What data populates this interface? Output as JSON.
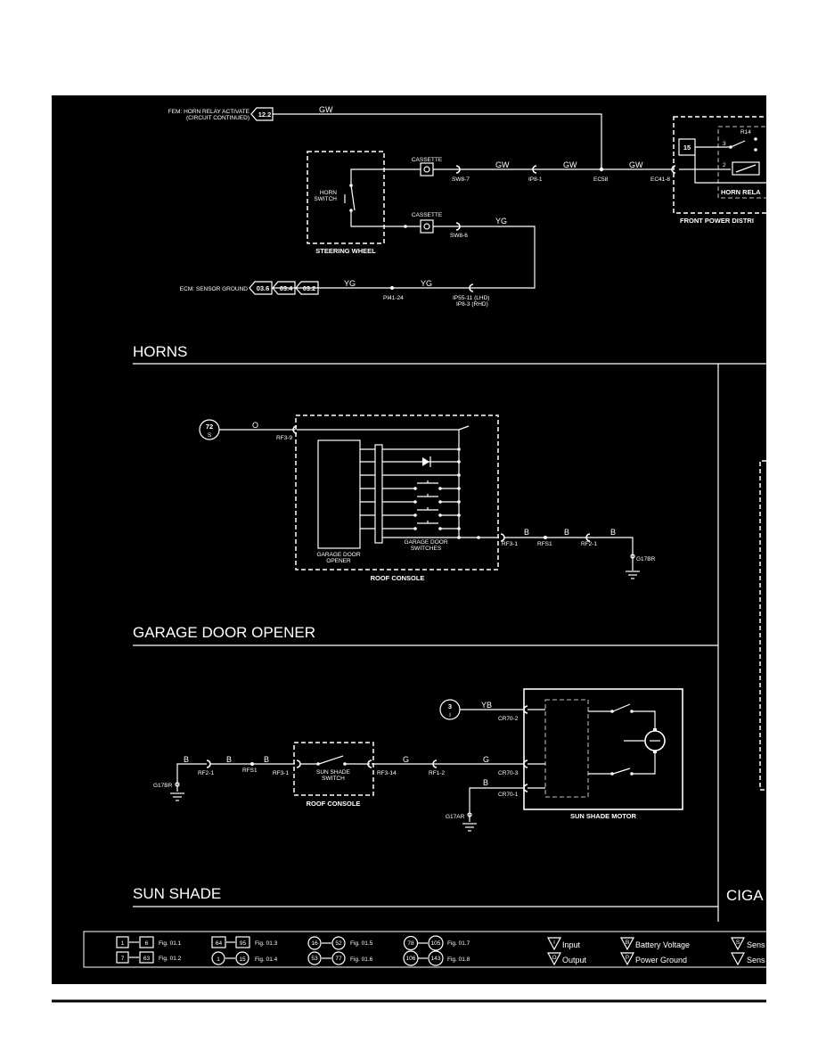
{
  "sections": {
    "horns": "HORNS",
    "garage": "GARAGE DOOR OPENER",
    "sunshade": "SUN SHADE",
    "cigar": "CIGA"
  },
  "horns": {
    "fem_ref_line1": "FEM: HORN RELAY ACTIVATE",
    "fem_ref_line2": "(CIRCUIT CONTINUED)",
    "fem_ref_box": "12.2",
    "ecm_ref": "ECM: SENSOR GROUND",
    "ecm_boxes": [
      "03.6",
      "03.4",
      "03.2"
    ],
    "horn_switch_line1": "HORN",
    "horn_switch_line2": "SWITCH",
    "steering_wheel": "STEERING WHEEL",
    "cassette": "CASSETTE",
    "cassette2": "CASSETTE",
    "wire_gw": "GW",
    "wire_yg": "YG",
    "sw8_7": "SW8-7",
    "sw8_6": "SW8-6",
    "ip8_1": "IP8-1",
    "ec58": "EC58",
    "ec41_8": "EC41-8",
    "pi41_24": "PI41-24",
    "ip55_lhd": "IP55-11 (LHD)",
    "ip8_rhd": "IP8-3 (RHD)",
    "fuse_box": "15",
    "relay_name": "R14",
    "relay_label": "HORN RELA",
    "front_power": "FRONT POWER DISTRI",
    "pin3": "3",
    "pin2": "2"
  },
  "garage": {
    "ref_num": "72",
    "ref_sub": "S",
    "wire_o": "O",
    "wire_b": "B",
    "rf3_9": "RF3-9",
    "rf3_1": "RF3-1",
    "rfs1": "RFS1",
    "rf2_1": "RF2-1",
    "ground": "G17BR",
    "opener_line1": "GARAGE DOOR",
    "opener_line2": "OPENER",
    "switches_line1": "GARAGE DOOR",
    "switches_line2": "SWITCHES",
    "roof_console": "ROOF CONSOLE"
  },
  "sunshade": {
    "ref_num": "3",
    "ref_sub": "I",
    "wire_yb": "YB",
    "wire_b": "B",
    "wire_g": "G",
    "ground_left": "G17BR",
    "rf2_1": "RF2-1",
    "rfs1": "RFS1",
    "rf3_1": "RF3-1",
    "switch_line1": "SUN SHADE",
    "switch_line2": "SWITCH",
    "roof_console": "ROOF CONSOLE",
    "rf3_14": "RF3-14",
    "rf1_2": "RF1-2",
    "ground_mid": "G17AR",
    "cr70_2": "CR70-2",
    "cr70_3": "CR70-3",
    "cr70_1": "CR70-1",
    "motor": "SUN SHADE MOTOR"
  },
  "legend": {
    "refs": [
      {
        "a": "1",
        "b": "6",
        "fig": "Fig. 01.1"
      },
      {
        "a": "7",
        "b": "63",
        "fig": "Fig. 01.2"
      },
      {
        "a": "64",
        "b": "95",
        "fig": "Fig. 01.3"
      },
      {
        "a": "1",
        "b": "15",
        "fig": "Fig. 01.4"
      },
      {
        "a": "16",
        "b": "52",
        "fig": "Fig. 01.5"
      },
      {
        "a": "53",
        "b": "77",
        "fig": "Fig. 01.6"
      },
      {
        "a": "78",
        "b": "105",
        "fig": "Fig. 01.7"
      },
      {
        "a": "106",
        "b": "143",
        "fig": "Fig. 01.8"
      }
    ],
    "input": "Input",
    "output": "Output",
    "battery": "Battery Voltage",
    "power_ground": "Power Ground",
    "sens1": "Sens",
    "sens2": "Sens",
    "sym_input": "I",
    "sym_output": "O",
    "sym_battery": "B",
    "sym_ground": "P",
    "sym_sens": "S"
  }
}
